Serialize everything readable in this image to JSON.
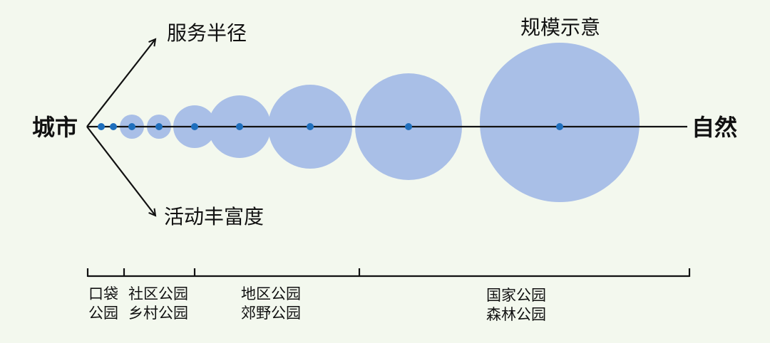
{
  "labels": {
    "origin": "城市",
    "destination": "自然",
    "radius_arrow": "服务半径",
    "richness_arrow": "活动丰富度",
    "scale_note": "规模示意"
  },
  "categories": [
    {
      "line1": "口袋",
      "line2": "公园"
    },
    {
      "line1": "社区公园",
      "line2": "乡村公园"
    },
    {
      "line1": "地区公园",
      "line2": "郊野公园"
    },
    {
      "line1": "国家公园",
      "line2": "森林公园"
    }
  ],
  "colors": {
    "bubble": "#a9bfe7",
    "dot": "#1f6fbd",
    "line": "#111111",
    "background": "#f3f8ee"
  }
}
